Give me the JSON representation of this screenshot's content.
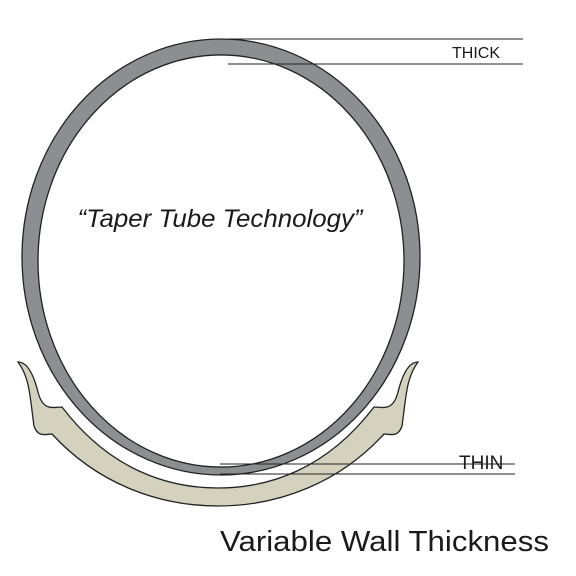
{
  "diagram": {
    "center_text": "“Taper Tube Technology”",
    "thick_label": "THICK",
    "thin_label": "THIN",
    "caption": "Variable Wall Thickness",
    "colors": {
      "tube": "#8d8e91",
      "tube_outline": "#222222",
      "rim": "#d4d2bf",
      "rim_outline": "#222222",
      "leader_line": "#222222",
      "background": "#ffffff"
    }
  }
}
